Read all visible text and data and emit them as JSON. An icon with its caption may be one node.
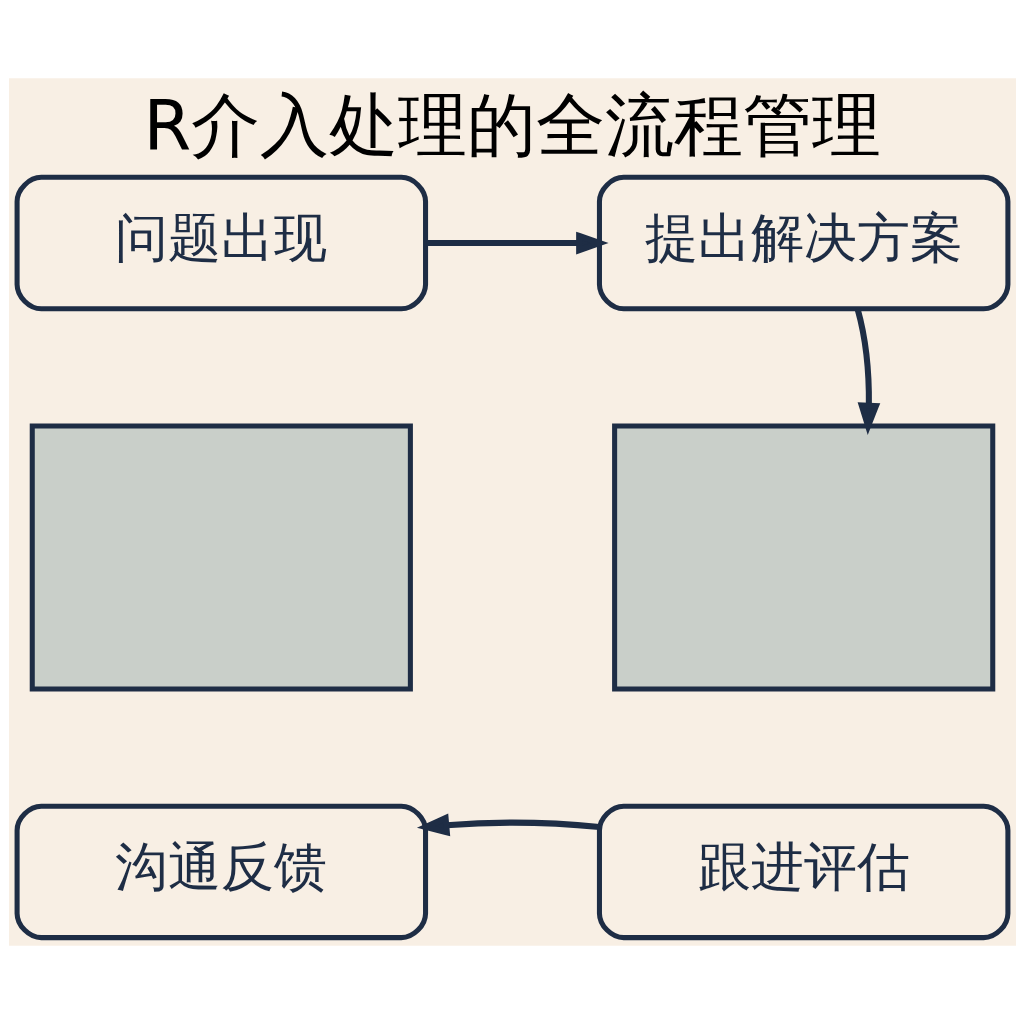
{
  "diagram": {
    "title": "R介入处理的全流程管理",
    "nodes": [
      {
        "text": [
          "问题出现"
        ]
      },
      {
        "text": [
          "提出解决方案"
        ]
      },
      {
        "text": [],
        "shape": "box"
      },
      {
        "text": [],
        "shape": "box"
      },
      {
        "text": [
          "沟通反馈"
        ]
      },
      {
        "text": [
          "跟进评估"
        ]
      }
    ],
    "edges": [
      {
        "from": 0,
        "to": 1,
        "arrow": "to"
      },
      {
        "from": 1,
        "to": 3,
        "arrow": "to"
      },
      {
        "from": 5,
        "to": 4,
        "arrow": "to"
      }
    ]
  }
}
